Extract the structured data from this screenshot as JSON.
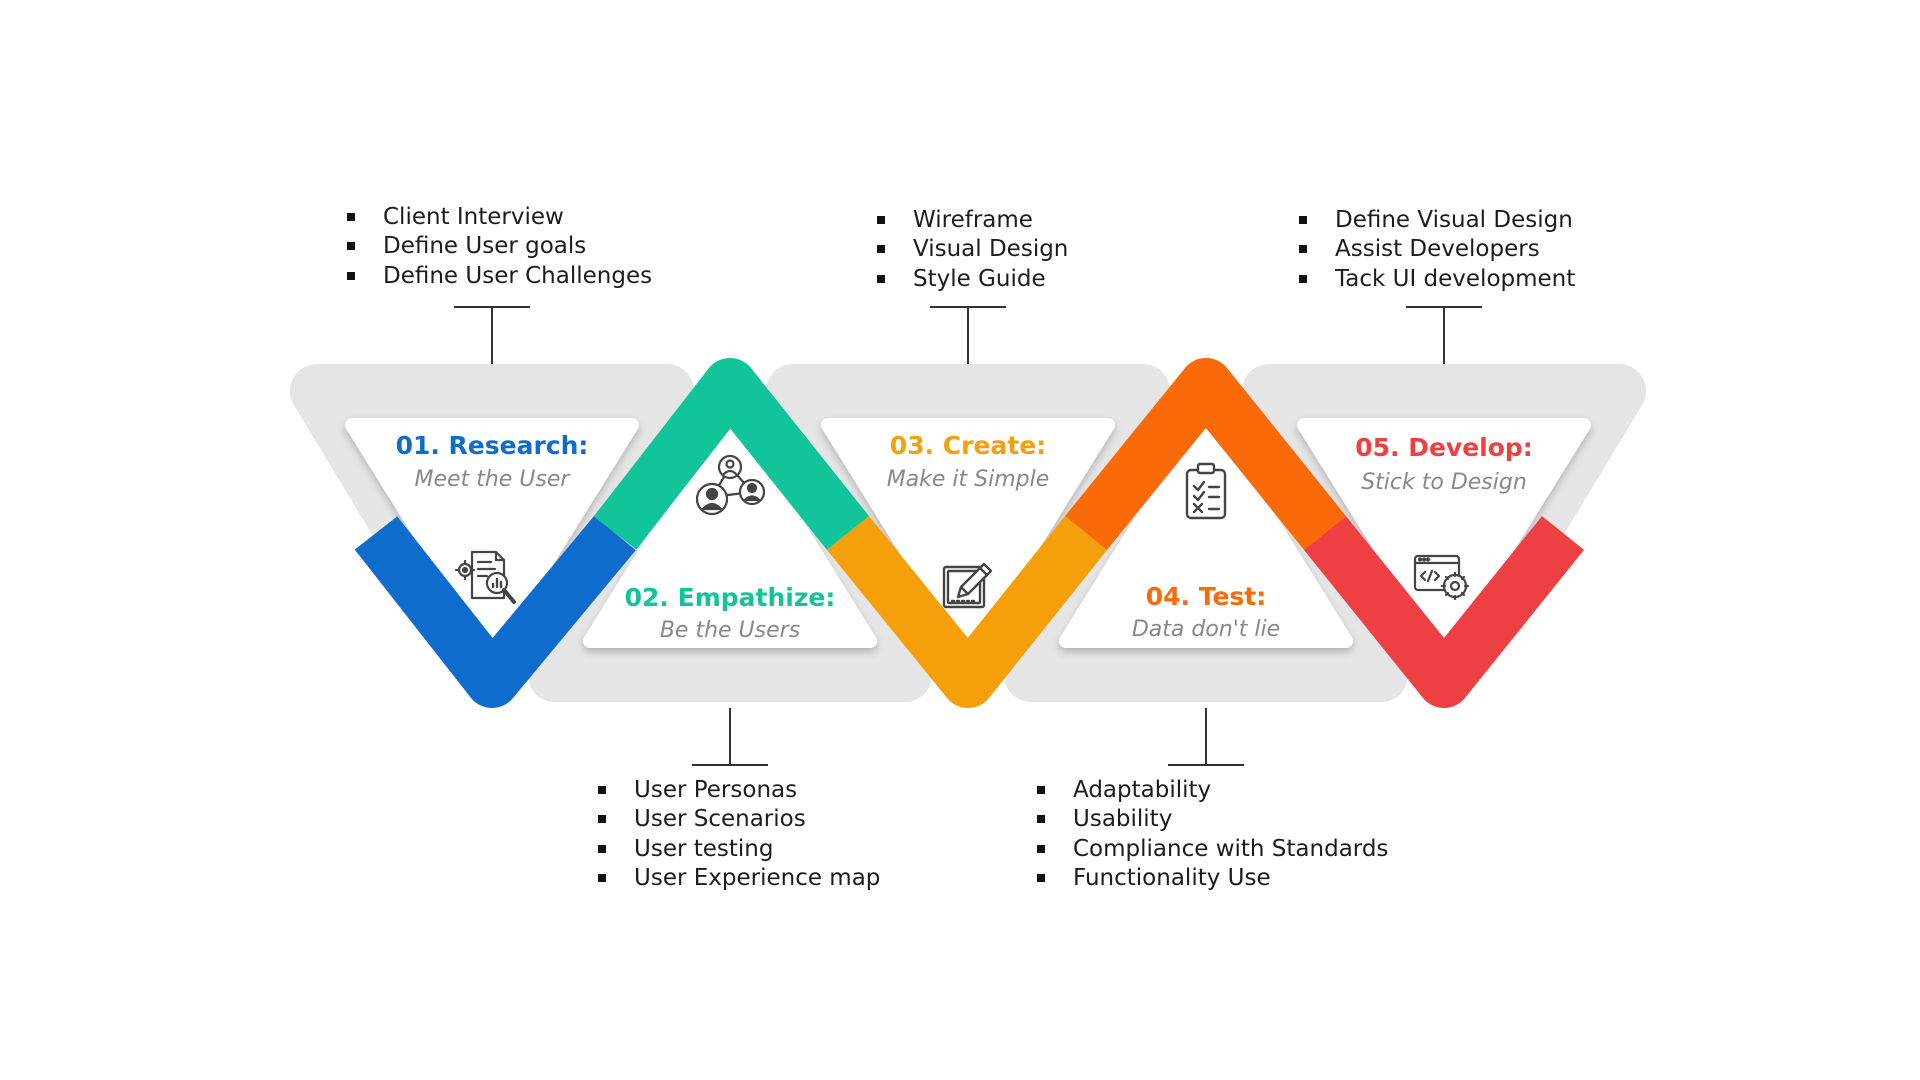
{
  "colors": {
    "research": "#0f6ccd",
    "empathize": "#12c49a",
    "create": "#f59f0a",
    "test": "#fa6a08",
    "develop": "#ee3f42",
    "track": "#e6e5e5",
    "panel": "#ffffff",
    "subtitle": "#888888"
  },
  "stages": [
    {
      "title": "01. Research:",
      "subtitle": "Meet the User",
      "icon": "research-report-icon",
      "bullets": [
        "Client Interview",
        "Define User goals",
        "Define User Challenges"
      ]
    },
    {
      "title": "02. Empathize:",
      "subtitle": "Be the Users",
      "icon": "user-network-icon",
      "bullets": [
        "User Personas",
        "User Scenarios",
        "User testing",
        "User Experience map"
      ]
    },
    {
      "title": "03. Create:",
      "subtitle": "Make it Simple",
      "icon": "edit-pencil-icon",
      "bullets": [
        "Wireframe",
        "Visual Design",
        "Style Guide"
      ]
    },
    {
      "title": "04. Test:",
      "subtitle": "Data don't lie",
      "icon": "checklist-clipboard-icon",
      "bullets": [
        "Adaptability",
        "Usability",
        "Compliance with Standards",
        "Functionality Use"
      ]
    },
    {
      "title": "05. Develop:",
      "subtitle": "Stick to Design",
      "icon": "code-gear-icon",
      "bullets": [
        "Define Visual Design",
        "Assist Developers",
        "Tack UI development"
      ]
    }
  ]
}
